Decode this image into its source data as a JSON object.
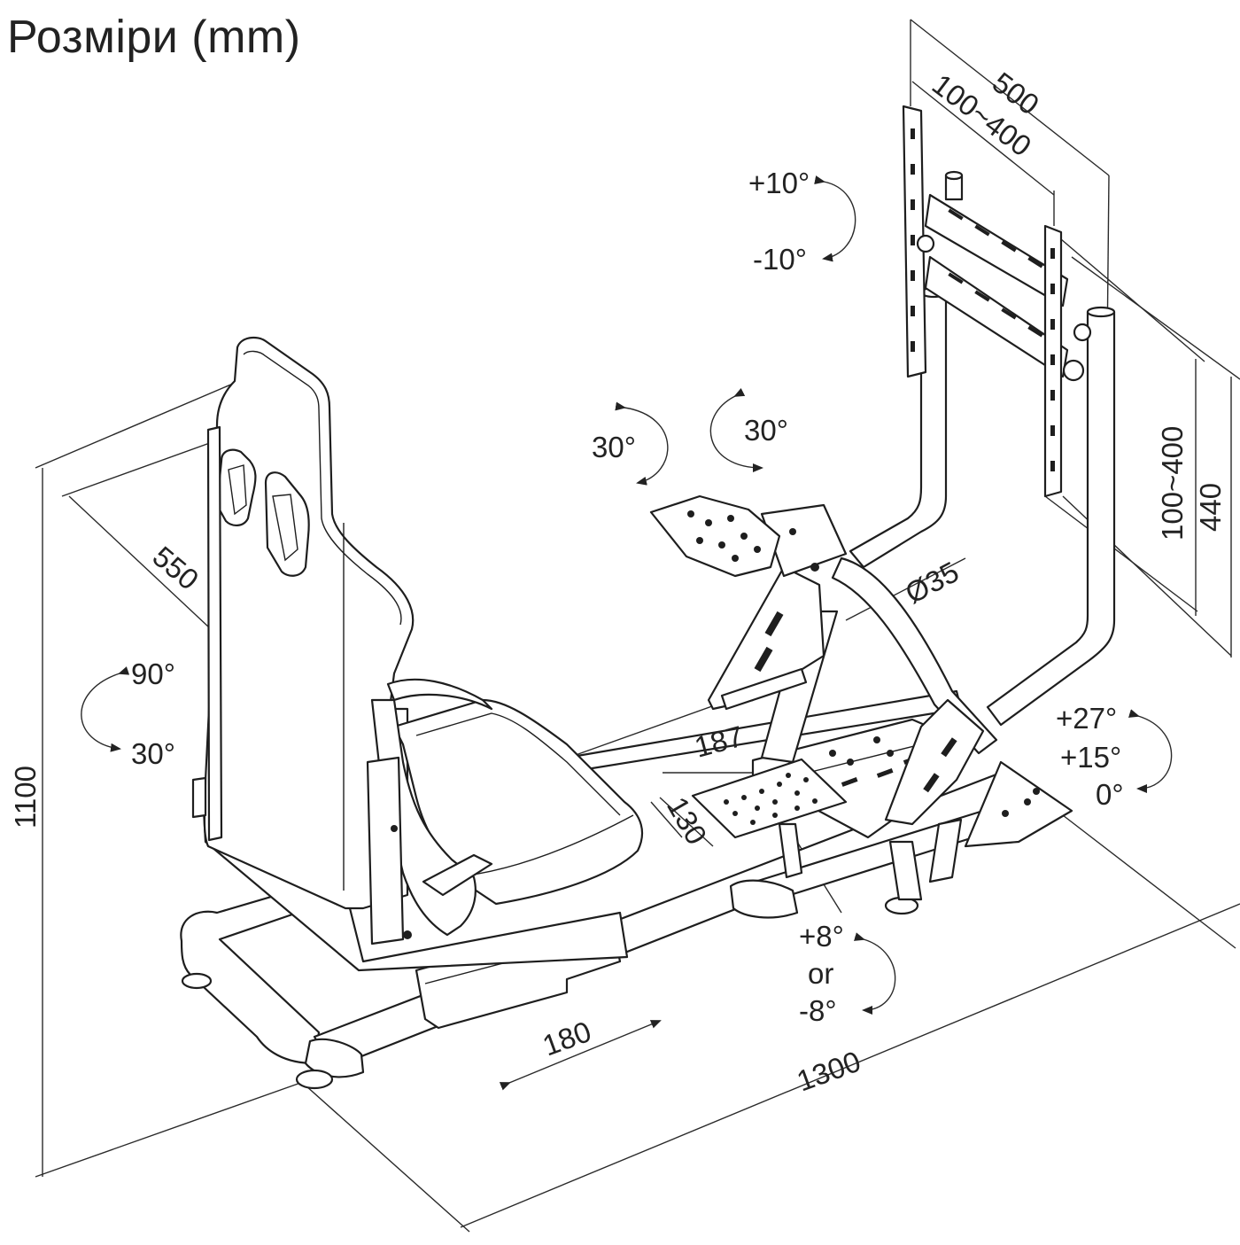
{
  "title": "Розміри (mm)",
  "dimensions": {
    "monitor_width": "500",
    "vesa_horizontal": "100~400",
    "vesa_vertical": "100~400",
    "monitor_height": "440",
    "seat_width": "550",
    "tube_diameter": "Ø35",
    "pedal_depth": "187",
    "pedal_width": "130",
    "seat_slide": "180",
    "total_length": "1300",
    "total_height": "1100"
  },
  "angles": {
    "monitor_tilt_up": "+10°",
    "monitor_tilt_down": "-10°",
    "wheel_rotate_left": "30°",
    "wheel_rotate_right": "30°",
    "backrest_max": "90°",
    "backrest_min": "30°",
    "pedal_tilt_high": "+27°",
    "pedal_tilt_mid": "+15°",
    "pedal_tilt_low": "0°",
    "shifter_tilt_plus": "+8°",
    "shifter_tilt_or": "or",
    "shifter_tilt_minus": "-8°"
  }
}
